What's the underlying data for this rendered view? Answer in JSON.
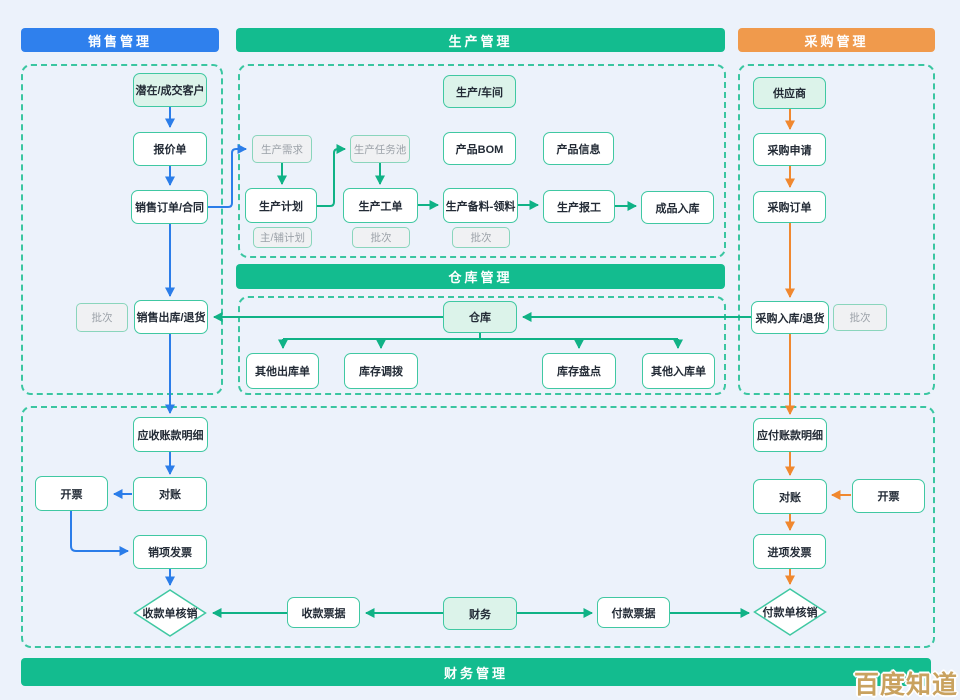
{
  "watermark": {
    "text": "百度知道",
    "color": "#C9A25F"
  },
  "colors": {
    "background": "#ECF2FB",
    "sales_blue": "#2F80ED",
    "green": "#13BC8F",
    "orange": "#F09A4C",
    "arrow_blue": "#2B7DE9",
    "arrow_green": "#10B286",
    "arrow_orange": "#F0882F",
    "node_border": "#40C8A2",
    "mint_fill": "#DCF3EA",
    "gray_fill": "#F0F1F3"
  },
  "sections": {
    "sales": {
      "title": "销售管理"
    },
    "production": {
      "title": "生产管理"
    },
    "purchase": {
      "title": "采购管理"
    },
    "warehouse": {
      "title": "仓库管理"
    },
    "finance": {
      "title": "财务管理"
    }
  },
  "nodes": {
    "potential_customer": {
      "label": "潜在/成交客户"
    },
    "quotation": {
      "label": "报价单"
    },
    "sales_order": {
      "label": "销售订单/合同"
    },
    "sales_batch": {
      "label": "批次"
    },
    "sales_outbound": {
      "label": "销售出库/退货"
    },
    "ar_detail": {
      "label": "应收账款明细"
    },
    "ar_invoice_issue": {
      "label": "开票"
    },
    "ar_reconcile": {
      "label": "对账"
    },
    "sales_invoice": {
      "label": "销项发票"
    },
    "receipt_writeoff": {
      "label": "收款单核销"
    },
    "production_workshop": {
      "label": "生产/车间"
    },
    "production_demand": {
      "label": "生产需求"
    },
    "production_task_pool": {
      "label": "生产任务池"
    },
    "product_bom": {
      "label": "产品BOM"
    },
    "product_info": {
      "label": "产品信息"
    },
    "production_plan": {
      "label": "生产计划"
    },
    "production_order": {
      "label": "生产工单"
    },
    "production_material": {
      "label": "生产备料-领料"
    },
    "production_report": {
      "label": "生产报工"
    },
    "finished_inbound": {
      "label": "成品入库"
    },
    "plan_sub": {
      "label": "主/辅计划"
    },
    "order_batch": {
      "label": "批次"
    },
    "material_batch": {
      "label": "批次"
    },
    "warehouse": {
      "label": "仓库"
    },
    "other_outbound": {
      "label": "其他出库单"
    },
    "stock_transfer": {
      "label": "库存调拨"
    },
    "stock_check": {
      "label": "库存盘点"
    },
    "other_inbound": {
      "label": "其他入库单"
    },
    "supplier": {
      "label": "供应商"
    },
    "purchase_request": {
      "label": "采购申请"
    },
    "purchase_order": {
      "label": "采购订单"
    },
    "purchase_inbound": {
      "label": "采购入库/退货"
    },
    "purchase_batch": {
      "label": "批次"
    },
    "ap_detail": {
      "label": "应付账款明细"
    },
    "ap_reconcile": {
      "label": "对账"
    },
    "ap_invoice_issue": {
      "label": "开票"
    },
    "purchase_invoice": {
      "label": "进项发票"
    },
    "payment_writeoff": {
      "label": "付款单核销"
    },
    "receipt_note": {
      "label": "收款票据"
    },
    "finance_center": {
      "label": "财务"
    },
    "payment_note": {
      "label": "付款票据"
    }
  }
}
